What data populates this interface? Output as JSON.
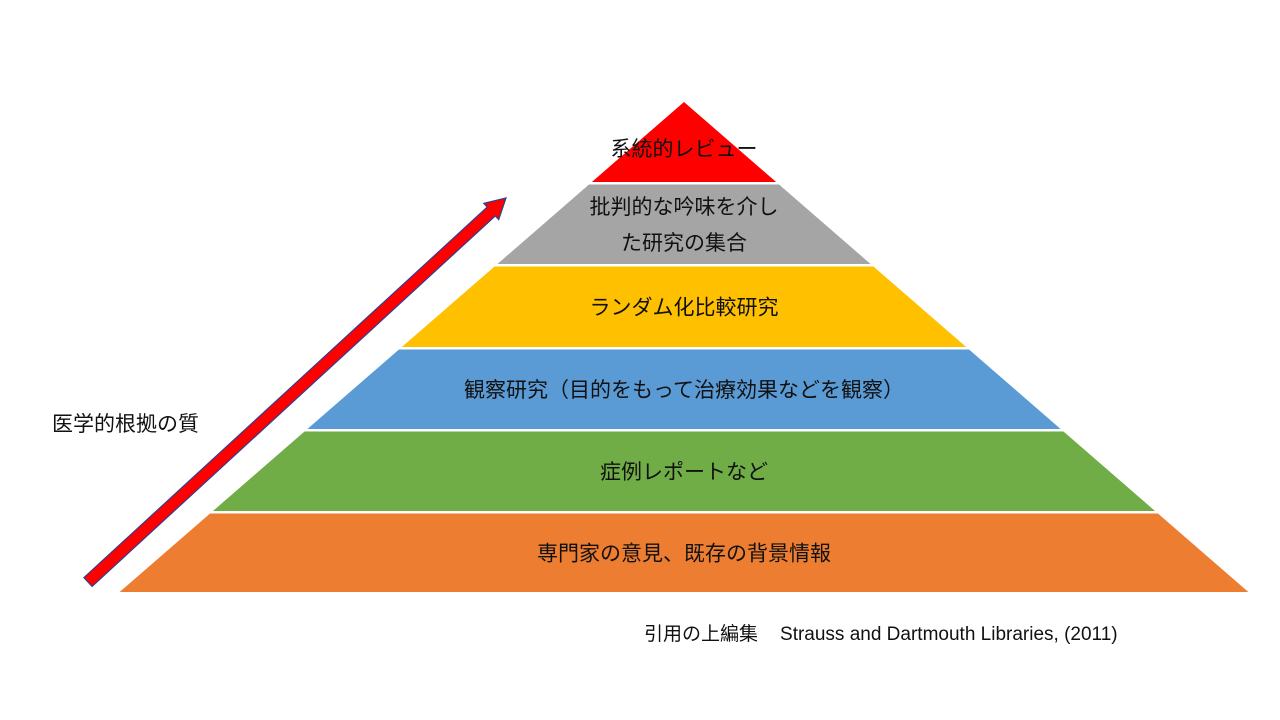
{
  "layers": [
    {
      "lines": [
        "系統的レビュー"
      ],
      "color": "#FF0000"
    },
    {
      "lines": [
        "批判的な吟味を介し",
        "た研究の集合"
      ],
      "color": "#A5A5A5"
    },
    {
      "lines": [
        "ランダム化比較研究"
      ],
      "color": "#FFC000"
    },
    {
      "lines": [
        "観察研究（目的をもって治療効果などを観察）"
      ],
      "color": "#5B9BD5"
    },
    {
      "lines": [
        "症例レポートなど"
      ],
      "color": "#70AD47"
    },
    {
      "lines": [
        "専門家の意見、既存の背景情報"
      ],
      "color": "#ED7D31"
    }
  ],
  "axis_label": "医学的根拠の質",
  "arrow_color": "#FF0000",
  "citation": {
    "prefix": "引用の上編集",
    "source": "Strauss and Dartmouth Libraries, (2011)"
  }
}
